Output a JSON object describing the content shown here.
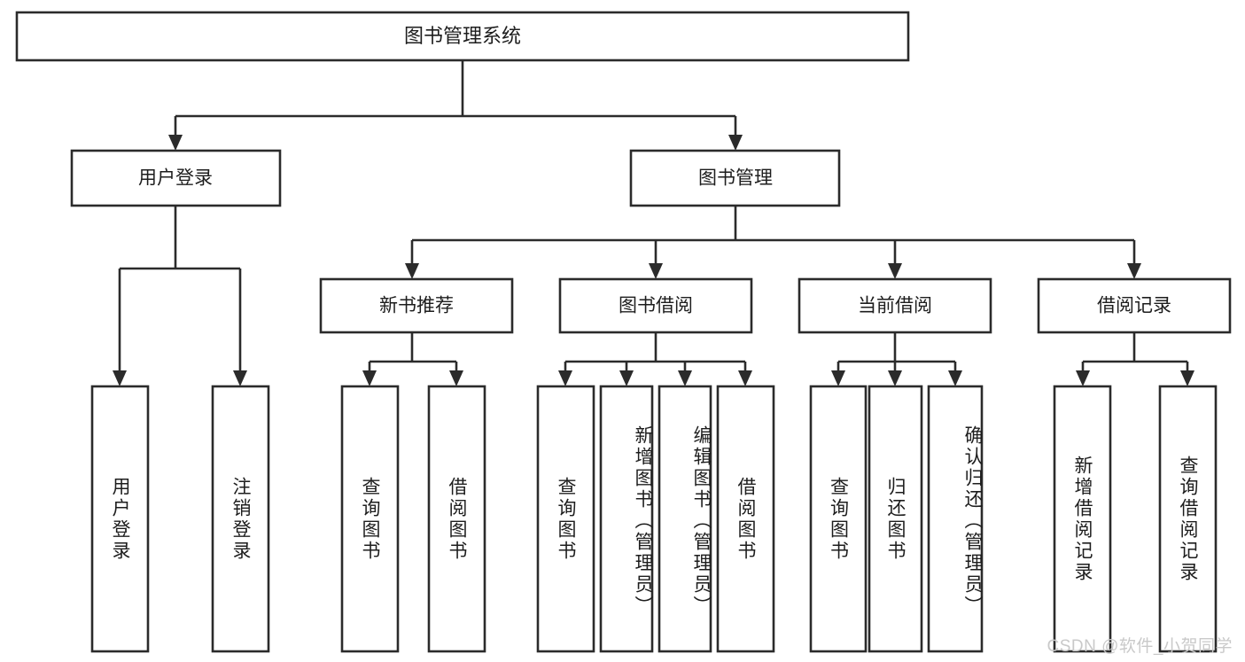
{
  "diagram": {
    "type": "tree-hierarchy-chart",
    "title": "图书管理系统",
    "orientation": "top-down",
    "colors": {
      "box_border": "#2b2b2b",
      "box_fill": "#ffffff",
      "connector": "#2b2b2b",
      "text": "#1d1d1d",
      "watermark": "#c9c9c9",
      "background": "#ffffff"
    },
    "root": {
      "label": "图书管理系统"
    },
    "level2": [
      {
        "label": "用户登录"
      },
      {
        "label": "图书管理"
      }
    ],
    "level3": [
      {
        "label": "新书推荐"
      },
      {
        "label": "图书借阅"
      },
      {
        "label": "当前借阅"
      },
      {
        "label": "借阅记录"
      }
    ],
    "leaves": {
      "user_login": [
        {
          "label": "用户登录"
        },
        {
          "label": "注销登录"
        }
      ],
      "new_book_recommend": [
        {
          "label": "查询图书"
        },
        {
          "label": "借阅图书"
        }
      ],
      "book_borrow": [
        {
          "label": "查询图书"
        },
        {
          "label": "新增图书（管理员）"
        },
        {
          "label": "编辑图书（管理员）"
        },
        {
          "label": "借阅图书"
        }
      ],
      "current_borrow": [
        {
          "label": "查询图书"
        },
        {
          "label": "归还图书"
        },
        {
          "label": "确认归还（管理员）"
        }
      ],
      "borrow_record": [
        {
          "label": "新增借阅记录"
        },
        {
          "label": "查询借阅记录"
        }
      ]
    },
    "watermark": "CSDN @软件_小贺同学"
  }
}
